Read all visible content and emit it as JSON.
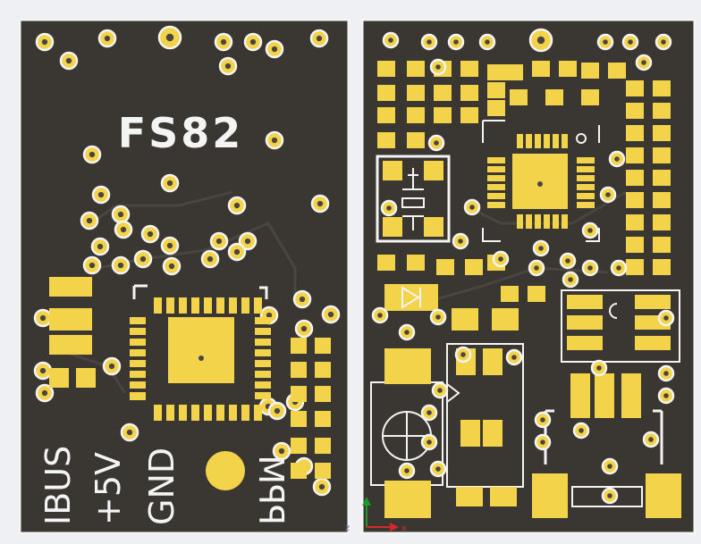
{
  "colors": {
    "background": "#eef0f4",
    "board": "#3a3632",
    "copper": "#f2d34a",
    "silkscreen": "#f4f4f4",
    "drill": "#4a4540",
    "axis_x": "#d62828",
    "axis_y": "#1a9a2a"
  },
  "left_board": {
    "title": "FS82",
    "pin_labels": [
      "IBUS",
      "+5V",
      "GND",
      "PPM"
    ]
  },
  "right_board": {},
  "icons": [
    "axis-triad-icon"
  ]
}
